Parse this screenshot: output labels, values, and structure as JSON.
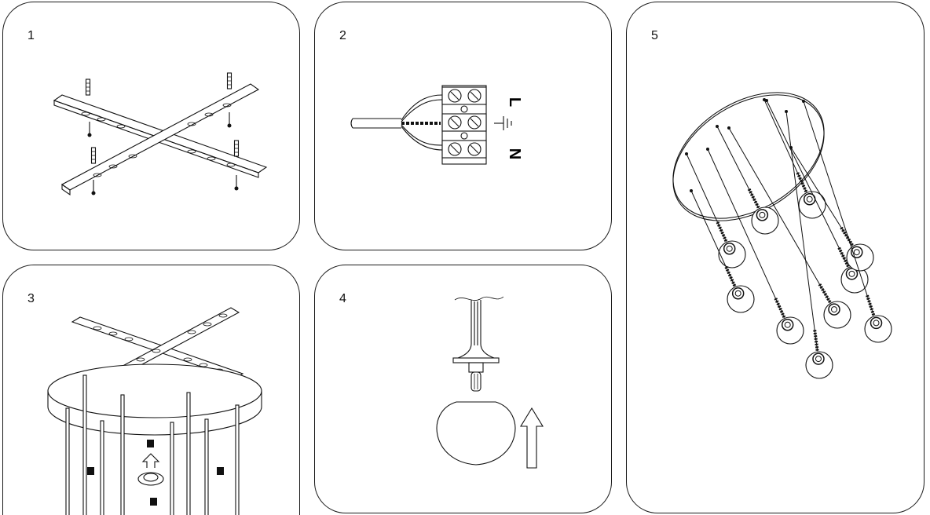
{
  "steps": [
    {
      "number": "1"
    },
    {
      "number": "2",
      "terminal_labels": [
        "L",
        "N"
      ]
    },
    {
      "number": "3"
    },
    {
      "number": "4"
    },
    {
      "number": "5"
    }
  ]
}
